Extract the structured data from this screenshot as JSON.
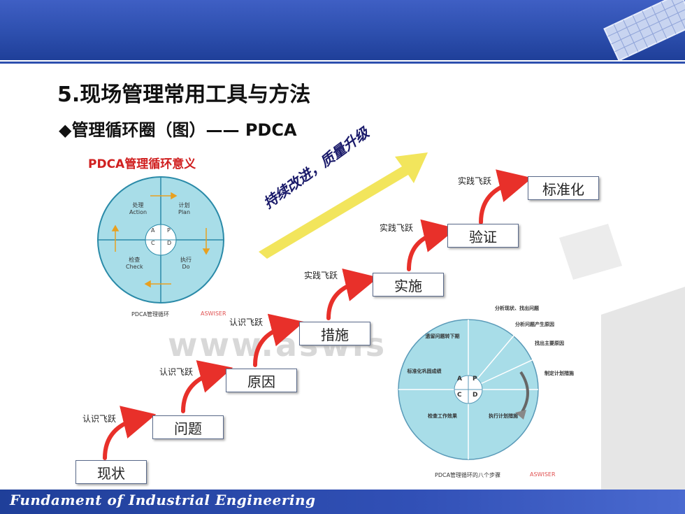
{
  "slide": {
    "title": "5.现场管理常用工具与方法",
    "subtitle_bullet": "◆",
    "subtitle": "管理循环圈（图）—— PDCA",
    "footer": "Fundament of Industrial Engineering"
  },
  "pdca_meaning": {
    "heading": "PDCA管理循环意义",
    "caption": "PDCA管理循环",
    "brand": "ASWISER",
    "quadrants": [
      {
        "cn": "处理",
        "en": "Action",
        "letter": "A"
      },
      {
        "cn": "计划",
        "en": "Plan",
        "letter": "P"
      },
      {
        "cn": "检查",
        "en": "Check",
        "letter": "C"
      },
      {
        "cn": "执行",
        "en": "Do",
        "letter": "D"
      }
    ]
  },
  "staircase": {
    "arrow_text": "持续改进，质量升级",
    "watermark": "www.aswis",
    "steps": [
      "现状",
      "问题",
      "原因",
      "措施",
      "实施",
      "验证",
      "标准化"
    ],
    "leaps": [
      "认识飞跃",
      "认识飞跃",
      "认识飞跃",
      "实践飞跃",
      "实践飞跃",
      "实践飞跃"
    ]
  },
  "eight_steps": {
    "caption": "PDCA管理循环的八个步骤",
    "brand": "ASWISER",
    "letters": [
      "A",
      "P",
      "C",
      "D"
    ],
    "labels": {
      "s1": "分析现状、找出问题",
      "s2": "分析问题产生原因",
      "s3": "找出主要原因",
      "s4": "制定计划措施",
      "s5": "执行计划措施",
      "s6": "检查工作效果",
      "s7": "标准化巩固成绩",
      "s8": "遗留问题转下期"
    }
  },
  "colors": {
    "header": "#2d4fae",
    "circle_fill": "#a8dde8",
    "arrow": "#e8302a",
    "big_arrow": "#f0e040"
  }
}
